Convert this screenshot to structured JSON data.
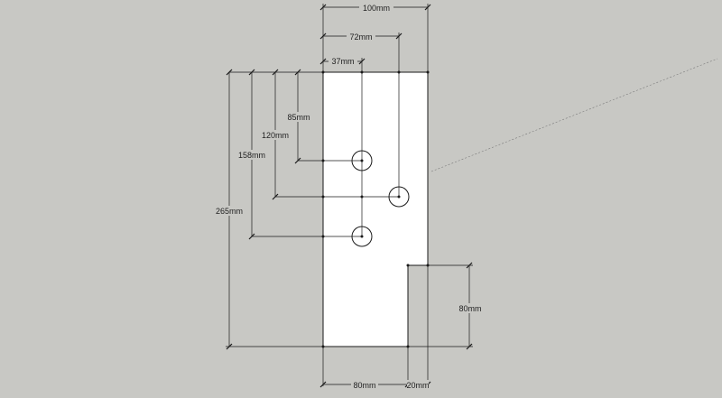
{
  "colors": {
    "background": "#c8c8c4",
    "part_fill": "#ffffff",
    "line": "#1a1a1a",
    "guide_line": "#7a7a7a"
  },
  "dimensions": {
    "width_total": "100mm",
    "hole_x_3": "72mm",
    "hole_x_1": "37mm",
    "hole_y_1": "85mm",
    "hole_y_2": "120mm",
    "hole_y_3": "158mm",
    "height_total": "265mm",
    "notch_height": "80mm",
    "bottom_width": "80mm",
    "notch_width": "20mm"
  }
}
